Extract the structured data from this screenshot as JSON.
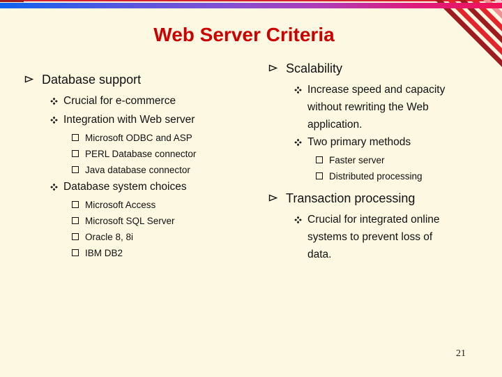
{
  "slide": {
    "title": "Web Server Criteria",
    "page_number": "21"
  },
  "colors": {
    "background": "#fcf8e1",
    "title_red": "#cc0000",
    "bar_gradient_left_blue": "#0f62ee",
    "bar_gradient_right_pink": "#f01356",
    "top_line_red": "#d2232e",
    "stripe_dark_red": "#9e1b1e",
    "stripe_red": "#e2242b",
    "stripe_salmon": "#ef9094",
    "stripe_light_pink": "#f7c9d0",
    "body_text": "#111111"
  },
  "left_column": {
    "items": [
      {
        "level": 1,
        "bullet": "arrowhead",
        "text": "Database support"
      },
      {
        "level": 2,
        "bullet": "diamond",
        "text": "Crucial for e-commerce"
      },
      {
        "level": 2,
        "bullet": "diamond",
        "text": "Integration with Web server"
      },
      {
        "level": 3,
        "bullet": "square",
        "text": "Microsoft ODBC and ASP"
      },
      {
        "level": 3,
        "bullet": "square",
        "text": "PERL Database connector"
      },
      {
        "level": 3,
        "bullet": "square",
        "text": "Java database connector"
      },
      {
        "level": 2,
        "bullet": "diamond",
        "text": "Database system choices"
      },
      {
        "level": 3,
        "bullet": "square",
        "text": "Microsoft Access"
      },
      {
        "level": 3,
        "bullet": "square",
        "text": "Microsoft SQL Server"
      },
      {
        "level": 3,
        "bullet": "square",
        "text": "Oracle 8, 8i"
      },
      {
        "level": 3,
        "bullet": "square",
        "text": "IBM DB2"
      }
    ]
  },
  "right_column": {
    "items": [
      {
        "level": 1,
        "bullet": "arrowhead",
        "text": "Scalability"
      },
      {
        "level": 2,
        "bullet": "diamond",
        "lines": [
          "Increase speed and capacity",
          "without rewriting the Web",
          "application."
        ]
      },
      {
        "level": 2,
        "bullet": "diamond",
        "text": "Two primary methods"
      },
      {
        "level": 3,
        "bullet": "square",
        "text": "Faster server"
      },
      {
        "level": 3,
        "bullet": "square",
        "text": "Distributed processing"
      },
      {
        "level": 1,
        "bullet": "arrowhead",
        "text": "Transaction processing"
      },
      {
        "level": 2,
        "bullet": "diamond",
        "lines": [
          "Crucial for integrated online",
          "systems to prevent loss of",
          "data."
        ]
      }
    ]
  }
}
